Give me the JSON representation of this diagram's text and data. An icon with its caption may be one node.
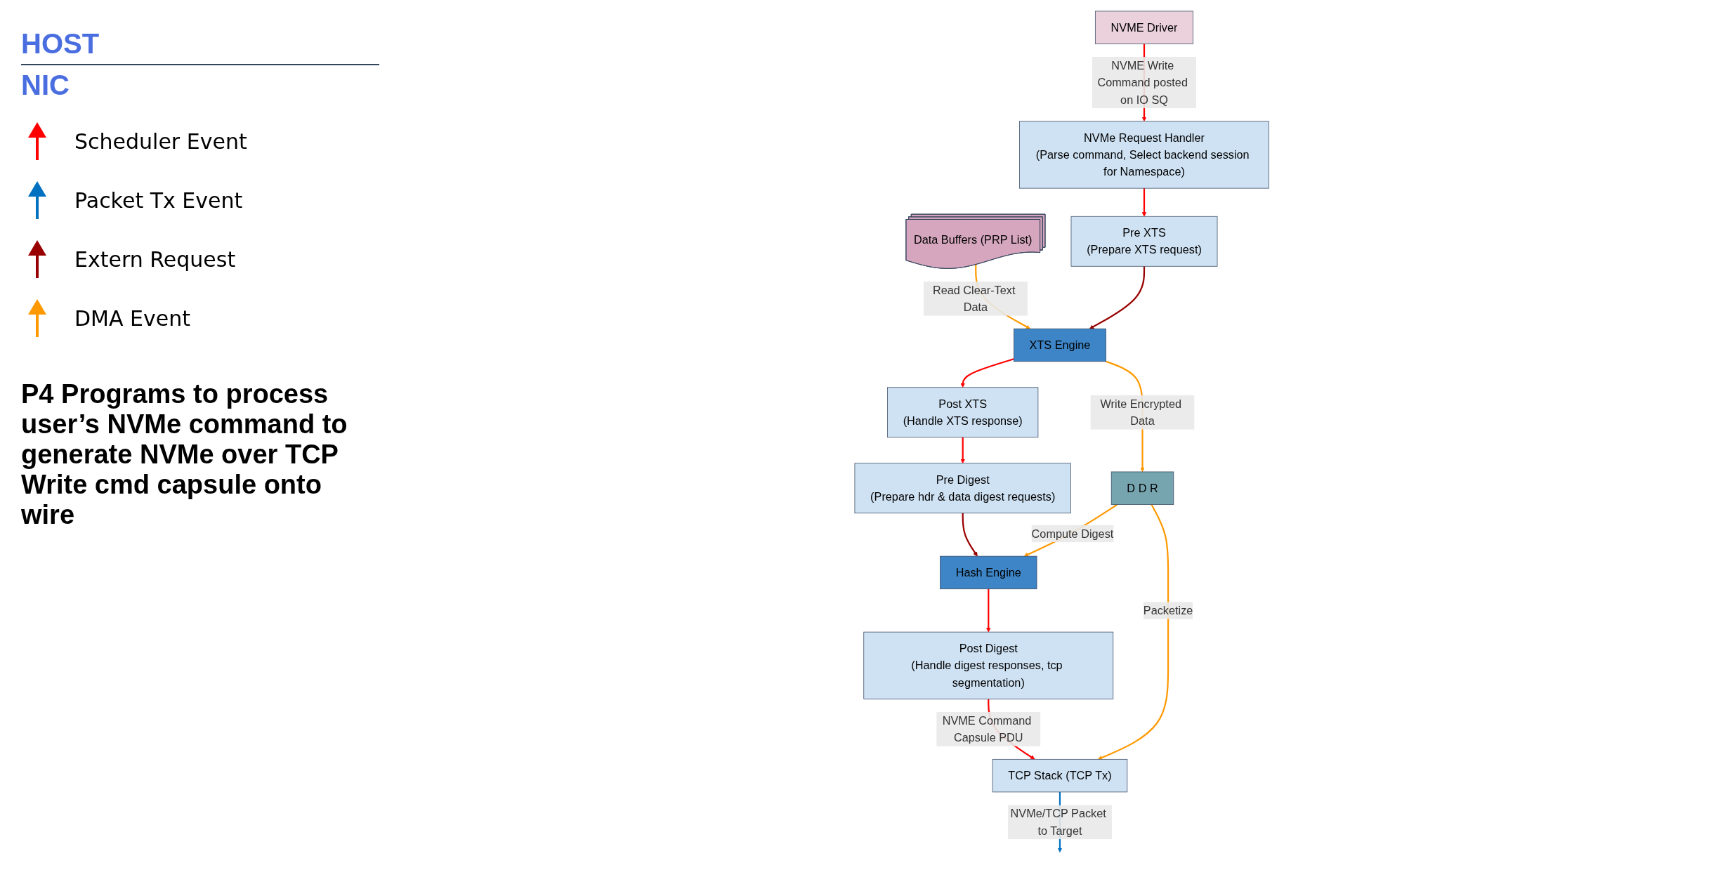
{
  "diagram": {
    "nodes": [
      {
        "text": [
          "NVME Driver"
        ]
      },
      {
        "text": [
          "Data Buffers (PRP List)"
        ]
      },
      {
        "text": [
          "NVMe Request Handler",
          "(Parse command, Select backend session for Namespace)"
        ]
      },
      {
        "text": [
          "Pre XTS",
          "(Prepare XTS request)"
        ]
      },
      {
        "text": [
          "XTS Engine"
        ]
      },
      {
        "text": [
          "Post XTS",
          "(Handle XTS response)"
        ]
      },
      {
        "text": [
          "Pre Digest",
          "(Prepare hdr & data digest requests)"
        ]
      },
      {
        "text": [
          "Hash Engine"
        ]
      },
      {
        "text": [
          "Post Digest",
          "(Handle digest responses, tcp segmentation)"
        ]
      },
      {
        "text": [
          "TCP Stack (TCP Tx)"
        ]
      },
      {
        "text": [
          "D D R"
        ]
      }
    ],
    "edges": [
      {
        "from": 0,
        "to": 2,
        "arrow": "to",
        "label": "NVME Write Command posted on IO SQ"
      },
      {
        "from": 1,
        "to": 4,
        "arrow": "to",
        "label": "Read Clear-Text Data",
        "color": "#ff9900"
      },
      {
        "from": 2,
        "to": 3,
        "arrow": "to"
      },
      {
        "from": 3,
        "to": 4,
        "arrow": "to",
        "color": "#990000"
      },
      {
        "from": 4,
        "to": 10,
        "arrow": "to",
        "label": "Write Encrypted Data",
        "color": "#ff9900"
      },
      {
        "from": 4,
        "to": 5,
        "arrow": "to"
      },
      {
        "from": 5,
        "to": 6,
        "arrow": "to"
      },
      {
        "from": 6,
        "to": 7,
        "arrow": "to",
        "color": "#990000"
      },
      {
        "from": 10,
        "to": 7,
        "arrow": "to",
        "label": "Compute Digest",
        "color": "#ff9900"
      },
      {
        "from": 7,
        "to": 8,
        "arrow": "to"
      },
      {
        "from": 8,
        "to": 9,
        "arrow": "to",
        "label": "NVME Command Capsule PDU"
      },
      {
        "from": 10,
        "to": 9,
        "arrow": "to",
        "label": "Packetize",
        "color": "#ff9900"
      },
      {
        "from": 9,
        "to": null,
        "arrow": "to",
        "label": "NVMe/TCP Packet to Target",
        "color": "#0070c0"
      }
    ],
    "labels": [
      "HOST",
      "NIC",
      "P4 Programs to process user’s NVMe command to generate NVMe over TCP Write cmd capsule onto wire"
    ],
    "legend": [
      {
        "text": "Scheduler Event"
      },
      {
        "text": "Packet Tx Event"
      },
      {
        "text": "Extern Request"
      },
      {
        "text": "DMA Event"
      }
    ]
  }
}
